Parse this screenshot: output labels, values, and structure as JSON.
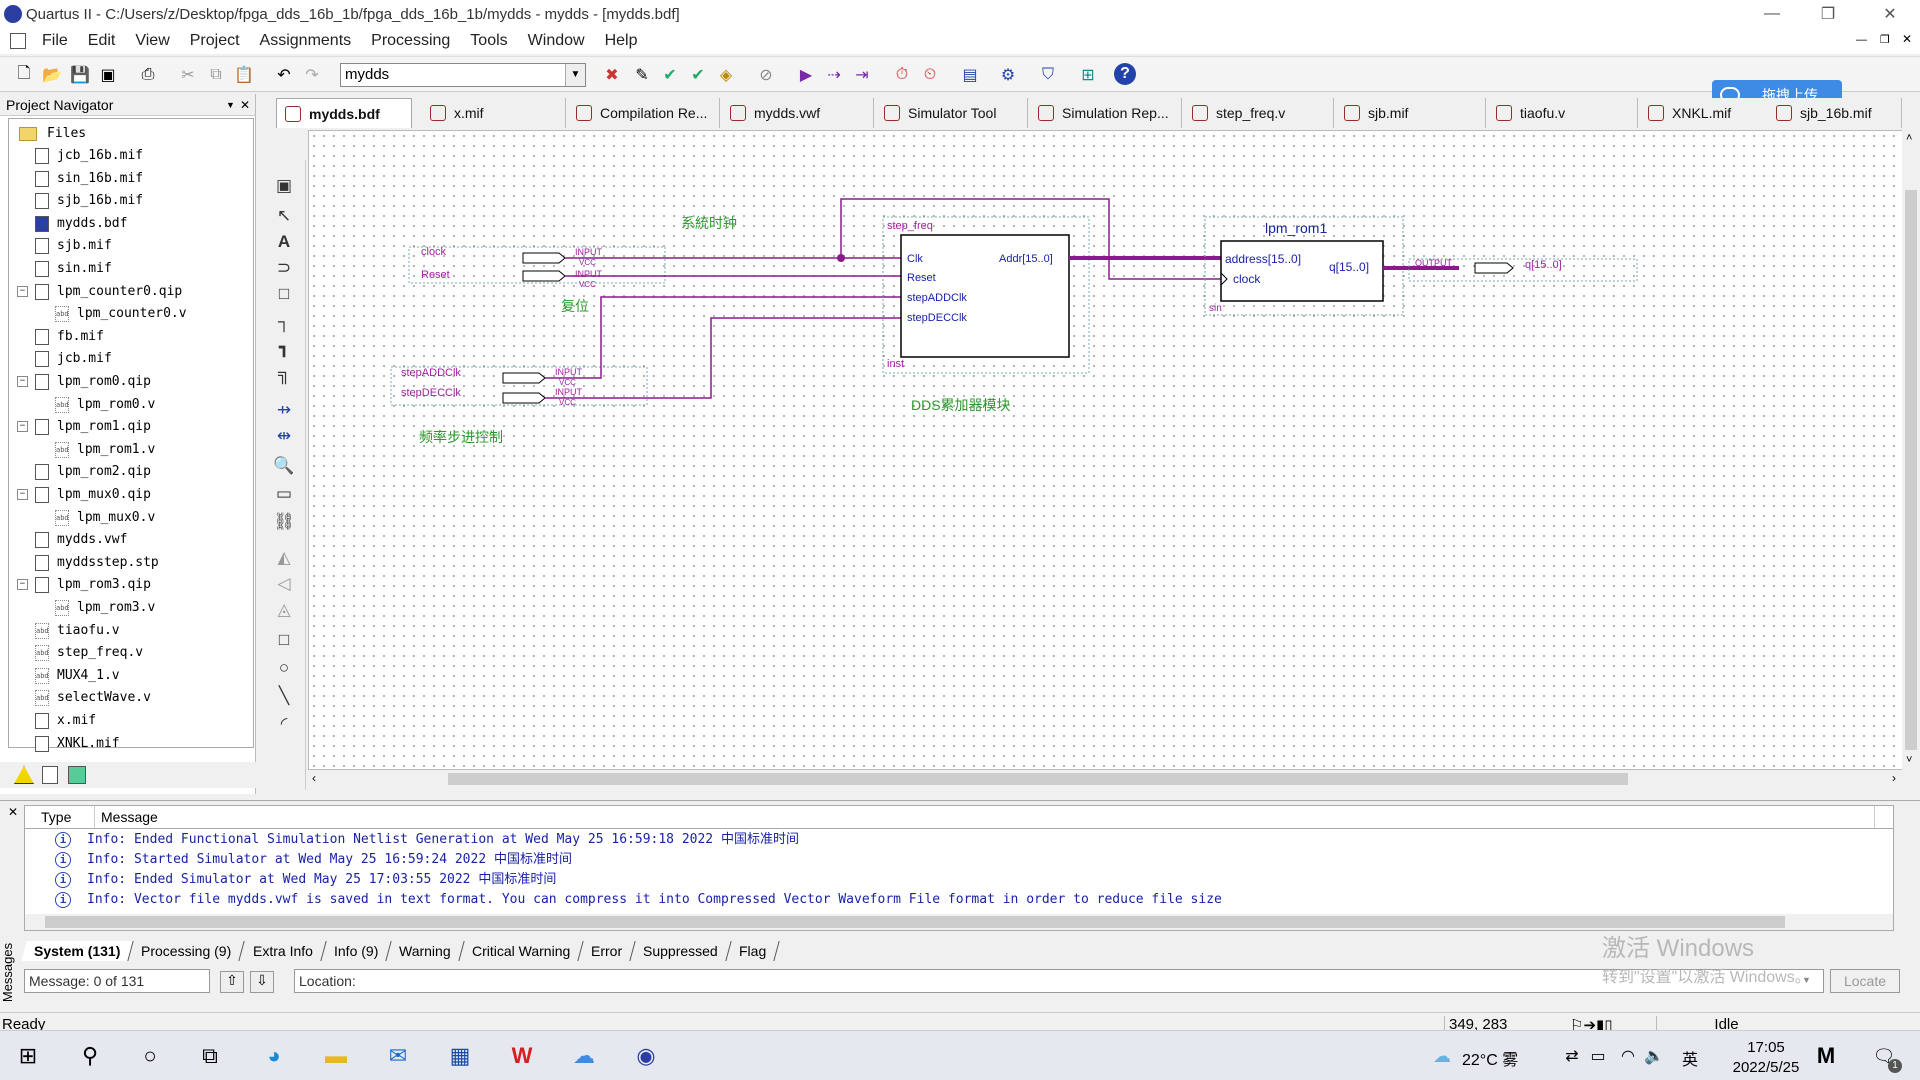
{
  "window": {
    "title": "Quartus II - C:/Users/z/Desktop/fpga_dds_16b_1b/fpga_dds_16b_1b/mydds - mydds - [mydds.bdf]",
    "minimize": "—",
    "restore": "❐",
    "close": "✕"
  },
  "menu": [
    "File",
    "Edit",
    "View",
    "Project",
    "Assignments",
    "Processing",
    "Tools",
    "Window",
    "Help"
  ],
  "toolbar": {
    "entity": "mydds"
  },
  "upload_button": "拖拽上传",
  "navigator": {
    "title": "Project Navigator",
    "root": "Files",
    "items": [
      {
        "label": "jcb_16b.mif",
        "type": "file",
        "level": 1
      },
      {
        "label": "sin_16b.mif",
        "type": "file",
        "level": 1
      },
      {
        "label": "sjb_16b.mif",
        "type": "file",
        "level": 1
      },
      {
        "label": "mydds.bdf",
        "type": "bdf",
        "level": 1
      },
      {
        "label": "sjb.mif",
        "type": "file",
        "level": 1
      },
      {
        "label": "sin.mif",
        "type": "file",
        "level": 1
      },
      {
        "label": "lpm_counter0.qip",
        "type": "qip",
        "level": 1
      },
      {
        "label": "lpm_counter0.v",
        "type": "v",
        "level": 2
      },
      {
        "label": "fb.mif",
        "type": "file",
        "level": 1
      },
      {
        "label": "jcb.mif",
        "type": "file",
        "level": 1
      },
      {
        "label": "lpm_rom0.qip",
        "type": "qip",
        "level": 1
      },
      {
        "label": "lpm_rom0.v",
        "type": "v",
        "level": 2
      },
      {
        "label": "lpm_rom1.qip",
        "type": "qip",
        "level": 1
      },
      {
        "label": "lpm_rom1.v",
        "type": "v",
        "level": 2
      },
      {
        "label": "lpm_rom2.qip",
        "type": "file",
        "level": 1
      },
      {
        "label": "lpm_mux0.qip",
        "type": "qip",
        "level": 1
      },
      {
        "label": "lpm_mux0.v",
        "type": "v",
        "level": 2
      },
      {
        "label": "mydds.vwf",
        "type": "file",
        "level": 1
      },
      {
        "label": "myddsstep.stp",
        "type": "file",
        "level": 1
      },
      {
        "label": "lpm_rom3.qip",
        "type": "qip",
        "level": 1
      },
      {
        "label": "lpm_rom3.v",
        "type": "v",
        "level": 2
      },
      {
        "label": "tiaofu.v",
        "type": "v",
        "level": 1
      },
      {
        "label": "step_freq.v",
        "type": "v",
        "level": 1
      },
      {
        "label": "MUX4_1.v",
        "type": "v",
        "level": 1
      },
      {
        "label": "selectWave.v",
        "type": "v",
        "level": 1
      },
      {
        "label": "x.mif",
        "type": "file",
        "level": 1
      },
      {
        "label": "XNKL.mif",
        "type": "file",
        "level": 1
      }
    ]
  },
  "tabs": [
    "mydds.bdf",
    "x.mif",
    "Compilation Re...",
    "mydds.vwf",
    "Simulator Tool",
    "Simulation Rep...",
    "step_freq.v",
    "sjb.mif",
    "tiaofu.v",
    "XNKL.mif",
    "sjb_16b.mif"
  ],
  "schematic": {
    "label_clock_note": "系統时钟",
    "label_reset_note": "复位",
    "label_step_note": "频率步进控制",
    "label_dds_note": "DDS累加器模块",
    "pin_clock": "clock",
    "pin_reset": "Reset",
    "pin_stepadd": "stepADDClk",
    "pin_stepdec": "stepDECClk",
    "pin_input": "INPUT",
    "pin_vcc": "VCC",
    "pin_output": "OUTPUT",
    "pin_q": "q[15..0]",
    "block1_name": "step_freq",
    "block1_inst": "inst",
    "block1_ports": [
      "Clk",
      "Reset",
      "stepADDClk",
      "stepDECClk"
    ],
    "block1_out": "Addr[15..0]",
    "block2_name": "lpm_rom1",
    "block2_inst": "sin",
    "block2_ports": [
      "address[15..0]",
      "clock"
    ],
    "block2_out": "q[15..0]"
  },
  "messages": {
    "header_type": "Type",
    "header_message": "Message",
    "rows": [
      "Info: Ended Functional Simulation Netlist Generation at Wed May 25 16:59:18 2022 中国标准时间",
      "Info: Started Simulator at Wed May 25 16:59:24 2022 中国标准时间",
      "Info: Ended Simulator at Wed May 25 17:03:55 2022 中国标准时间",
      "Info: Vector file mydds.vwf is saved in text format. You can compress it into Compressed Vector Waveform File format in order to reduce file size"
    ],
    "tabs": [
      "System (131)",
      "Processing (9)",
      "Extra Info",
      "Info (9)",
      "Warning",
      "Critical Warning",
      "Error",
      "Suppressed",
      "Flag"
    ],
    "side_label": "Messages",
    "counter": "Message: 0 of 131",
    "location_label": "Location:",
    "locate_button": "Locate"
  },
  "status": {
    "left": "Ready",
    "coords": "349, 283",
    "state": "Idle"
  },
  "watermark": {
    "line1": "激活 Windows",
    "line2": "转到\"设置\"以激活 Windows。"
  },
  "taskbar": {
    "weather": "22°C 雾",
    "ime": "英",
    "time": "17:05",
    "date": "2022/5/25",
    "notify": "1"
  }
}
